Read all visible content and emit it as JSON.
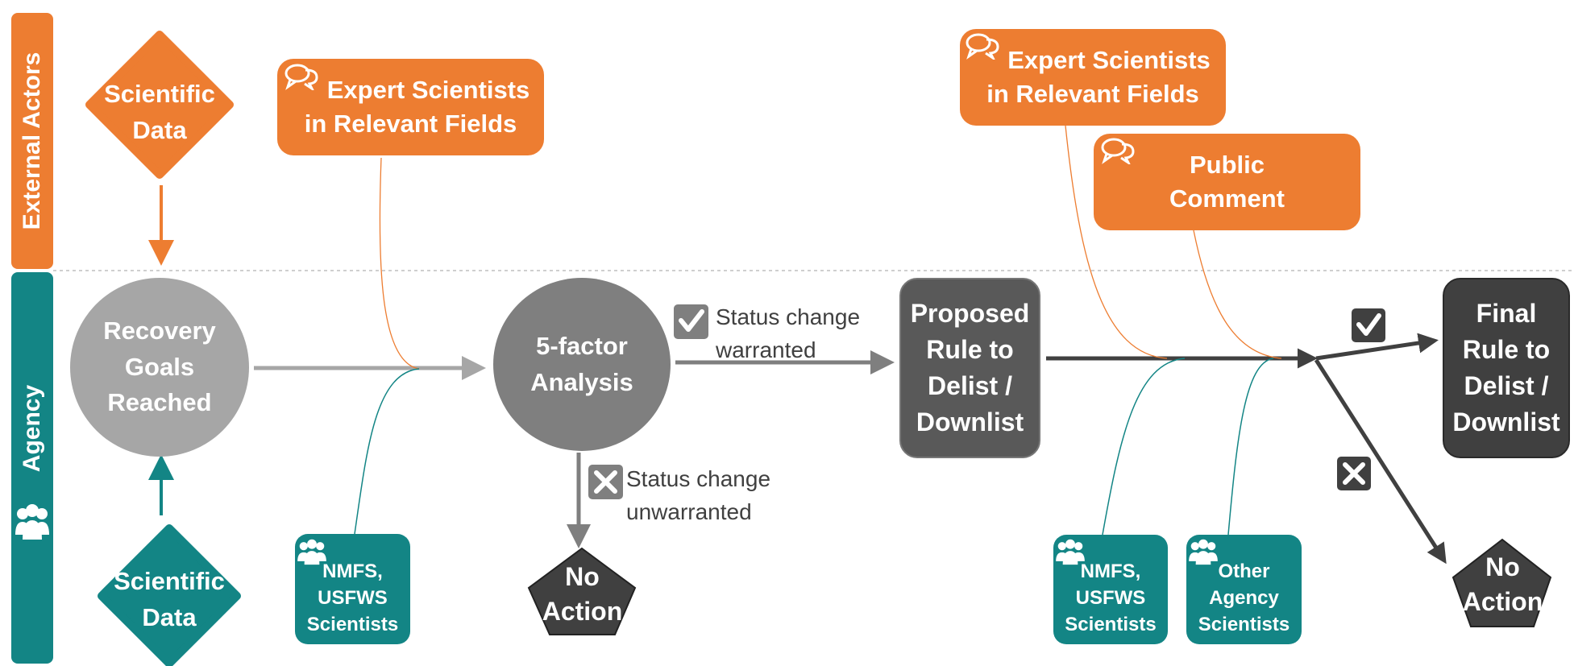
{
  "lanes": {
    "external": "External Actors",
    "agency": "Agency"
  },
  "external": {
    "scientific_data": [
      "Scientific",
      "Data"
    ],
    "expert_scientists_1": [
      "Expert Scientists",
      "in Relevant Fields"
    ],
    "expert_scientists_2": [
      "Expert Scientists",
      "in Relevant Fields"
    ],
    "public_comment": [
      "Public",
      "Comment"
    ]
  },
  "agency": {
    "recovery_goals": [
      "Recovery",
      "Goals",
      "Reached"
    ],
    "scientific_data": [
      "Scientific",
      "Data"
    ],
    "five_factor": [
      "5-factor",
      "Analysis"
    ],
    "proposed_rule": [
      "Proposed",
      "Rule to",
      "Delist /",
      "Downlist"
    ],
    "final_rule": [
      "Final",
      "Rule to",
      "Delist /",
      "Downlist"
    ],
    "no_action_1": [
      "No",
      "Action"
    ],
    "no_action_2": [
      "No",
      "Action"
    ],
    "scientists_1": [
      "NMFS,",
      "USFWS",
      "Scientists"
    ],
    "scientists_2": [
      "NMFS,",
      "USFWS",
      "Scientists"
    ],
    "other_agency": [
      "Other",
      "Agency",
      "Scientists"
    ]
  },
  "notes": {
    "warranted": [
      "Status change",
      "warranted"
    ],
    "unwarranted": [
      "Status change",
      "unwarranted"
    ]
  },
  "colors": {
    "orange": "#ed7d31",
    "teal": "#138585",
    "light_gray": "#a6a6a6",
    "mid_gray": "#7f7f7f",
    "dark_gray": "#404040"
  },
  "icons": [
    "speech-bubbles-icon",
    "people-icon",
    "check-icon",
    "x-icon"
  ]
}
